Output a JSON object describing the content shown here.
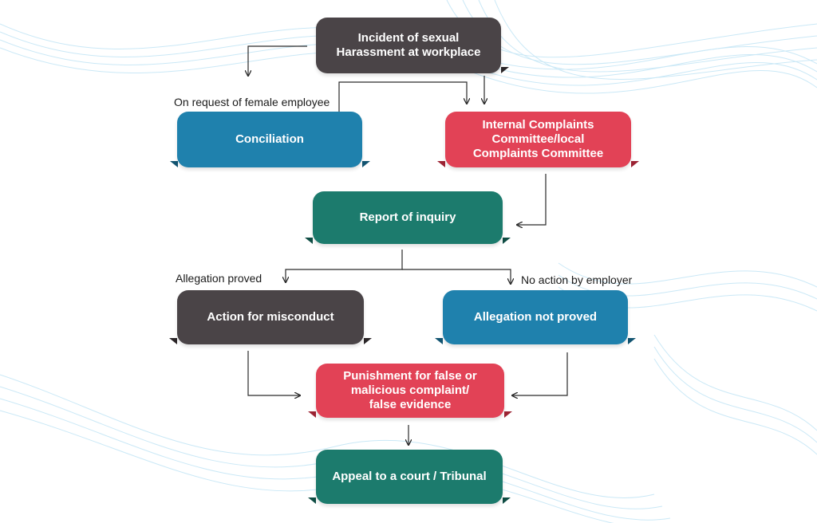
{
  "colors": {
    "dark": "#4a4447",
    "blue": "#1f81ad",
    "red": "#e24256",
    "green": "#1c7b6d",
    "arrow": "#2a2a2a",
    "wave": "#8fd0ee"
  },
  "nodes": {
    "incident": "Incident of sexual\nHarassment at workplace",
    "conciliation": "Conciliation",
    "icc": "Internal Complaints\nCommittee/local\nComplaints Committee",
    "report": "Report of inquiry",
    "misconduct": "Action for misconduct",
    "not_proved": "Allegation not proved",
    "punishment": "Punishment for false or\nmalicious complaint/\nfalse evidence",
    "appeal": "Appeal to a court / Tribunal"
  },
  "labels": {
    "female_request": "On request of female  employee",
    "allegation_proved": "Allegation proved",
    "no_action": "No action by employer"
  }
}
